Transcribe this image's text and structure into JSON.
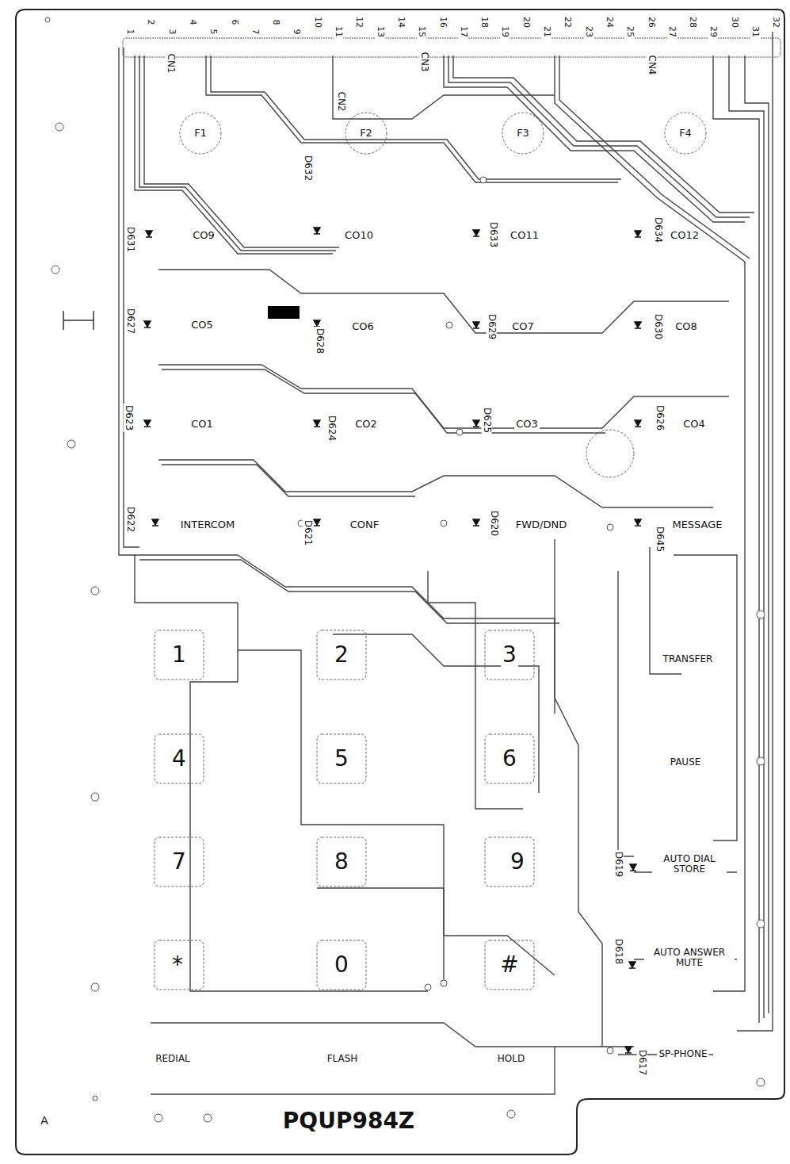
{
  "diagram": {
    "labels": [
      "1",
      "2",
      "3",
      "4",
      "5",
      "6",
      "7",
      "8",
      "9",
      "10",
      "11",
      "12",
      "13",
      "14",
      "15",
      "16",
      "17",
      "18",
      "19",
      "20",
      "21",
      "22",
      "23",
      "24",
      "25",
      "26",
      "27",
      "28",
      "29",
      "30",
      "31",
      "32",
      "CN1",
      "CN2",
      "CN3",
      "CN4",
      "F1",
      "F2",
      "F3",
      "F4",
      "D632",
      "D631",
      "CO9",
      "CO10",
      "D633",
      "CO11",
      "D634",
      "CO12",
      "D627",
      "CO5",
      "D628",
      "CO6",
      "D629",
      "CO7",
      "D630",
      "CO8",
      "D623",
      "CO1",
      "D624",
      "CO2",
      "D625",
      "CO3",
      "D626",
      "CO4",
      "D622",
      "INTERCOM",
      "D621",
      "CONF",
      "D620",
      "FWD/DND",
      "D645",
      "MESSAGE",
      "1",
      "2",
      "3",
      "TRANSFER",
      "4",
      "5",
      "6",
      "PAUSE",
      "7",
      "8",
      "9",
      "D619",
      "AUTO DIAL STORE",
      "D618",
      "AUTO ANSWER MUTE",
      "*",
      "0",
      "#",
      "D617",
      "SP-PHONE",
      "REDIAL",
      "FLASH",
      "HOLD",
      "PQUP984Z",
      "A"
    ]
  }
}
